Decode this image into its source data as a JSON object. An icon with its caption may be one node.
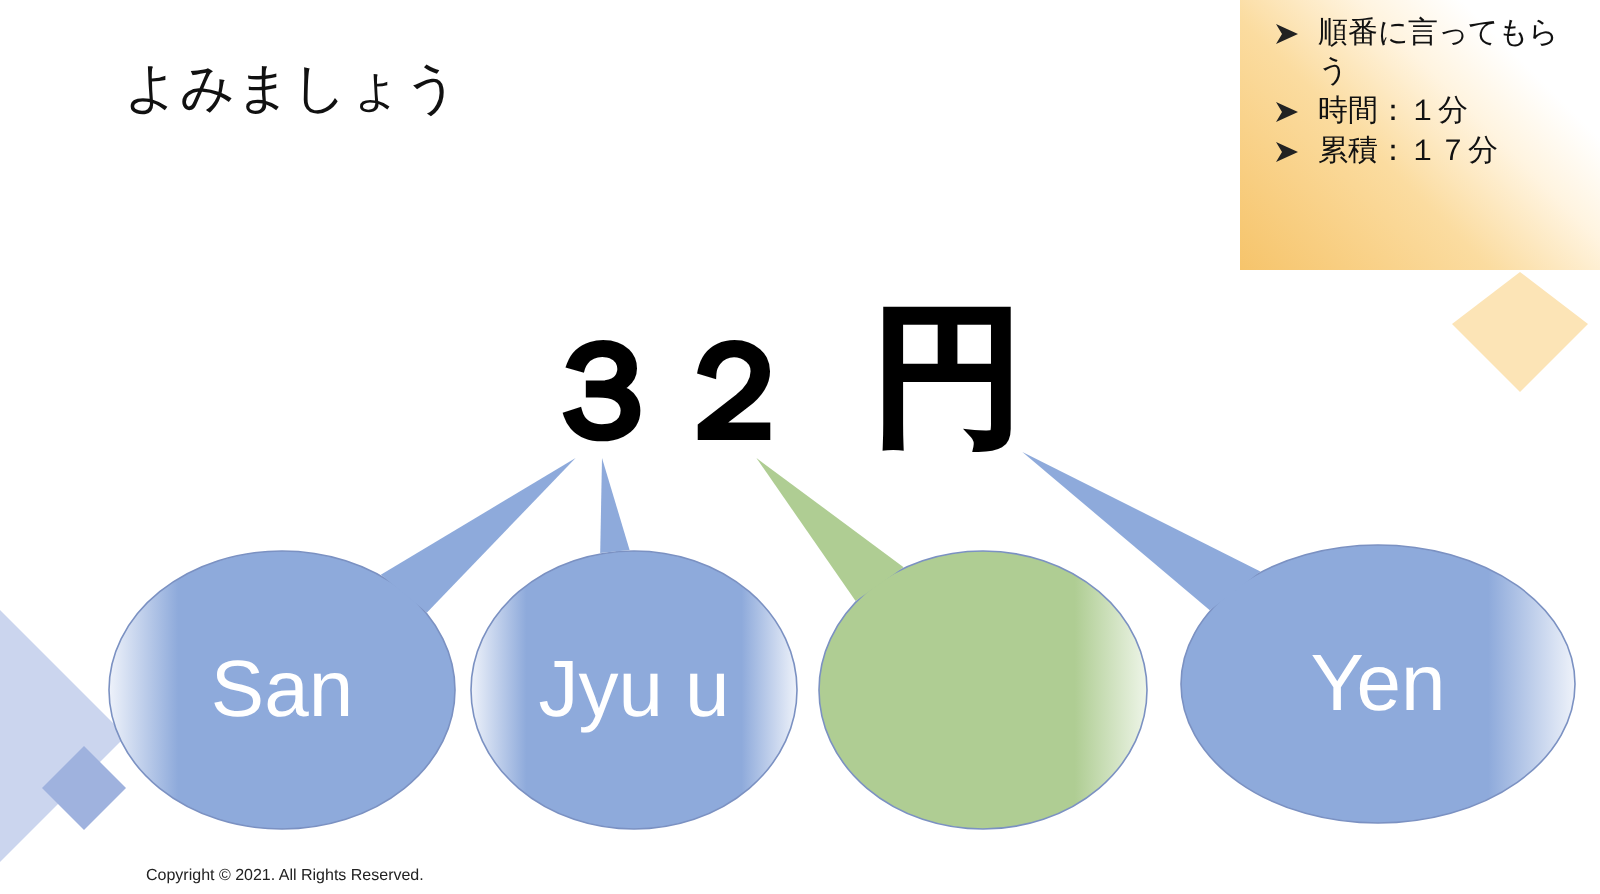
{
  "diagram": {
    "title": "よみましょう",
    "nodes": [
      {
        "text": [
          "３"
        ]
      },
      {
        "text": [
          "２"
        ]
      },
      {
        "text": [
          "円"
        ]
      },
      {
        "text": [
          "San"
        ]
      },
      {
        "text": [
          "Jyu u"
        ]
      },
      {
        "text": [],
        "shape": "ellipse"
      },
      {
        "text": [
          "Yen"
        ]
      }
    ],
    "edges": [
      {
        "from": 3,
        "to": 0,
        "arrow": "none"
      },
      {
        "from": 4,
        "to": 0,
        "arrow": "none"
      },
      {
        "from": 5,
        "to": 1,
        "arrow": "none",
        "color": "#afcd93"
      },
      {
        "from": 6,
        "to": 2,
        "arrow": "none"
      }
    ],
    "labels": [
      "順番に言ってもらう",
      "時間：１分",
      "累積：１７分",
      "Copyright © 2021. All Rights Reserved."
    ]
  }
}
